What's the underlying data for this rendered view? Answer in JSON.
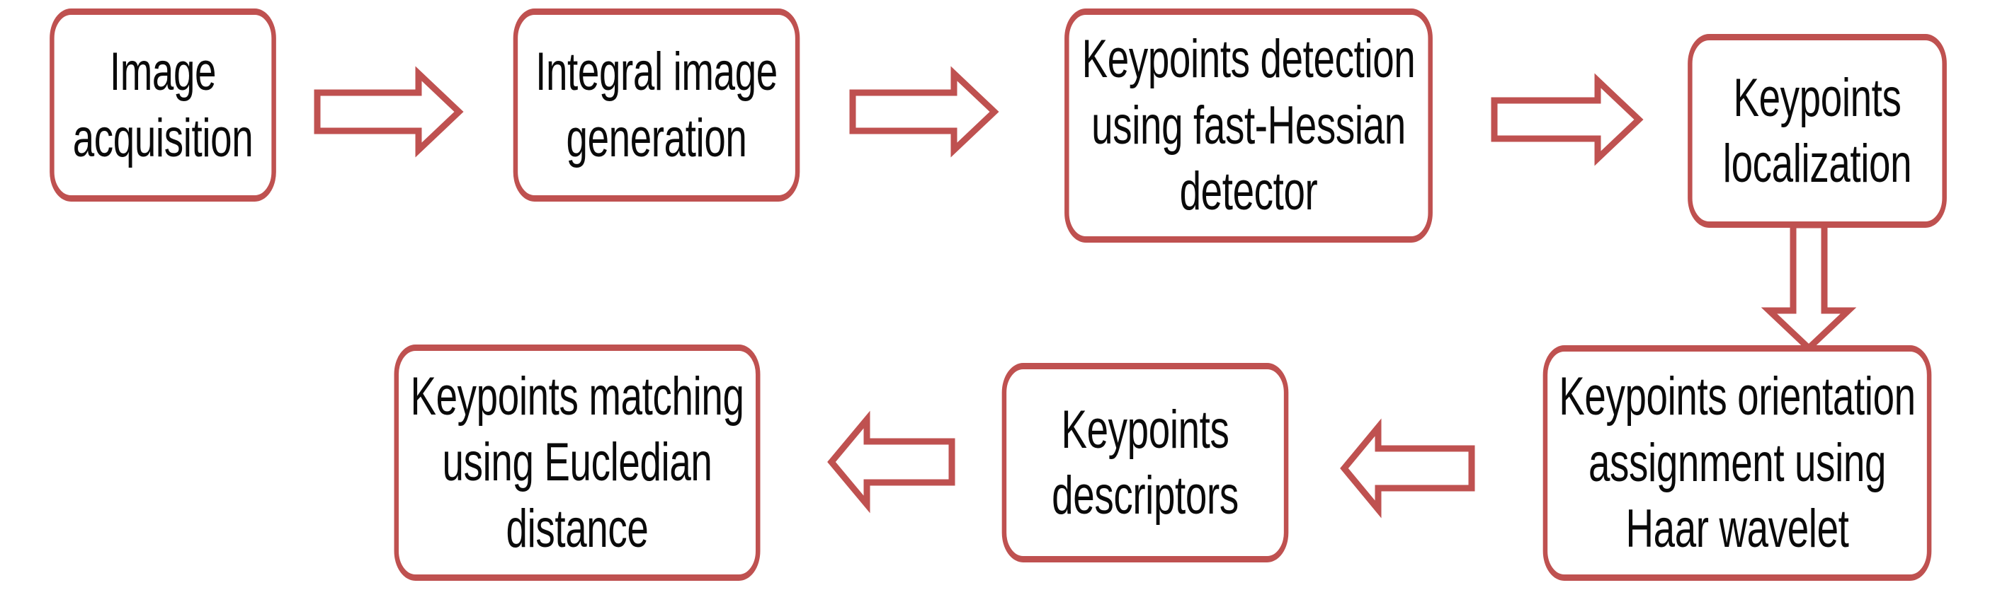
{
  "diagram": {
    "title": "SURF keypoint matching pipeline flowchart",
    "type": "flowchart",
    "colors": {
      "node_border": "#bf5150",
      "node_fill": "#ffffff",
      "arrow_stroke": "#bf5150",
      "arrow_fill": "#ffffff",
      "text": "#0a0a0a",
      "background": "#ffffff"
    },
    "nodes": [
      {
        "id": "n1",
        "label": "Image acquisition",
        "row": "top",
        "order": 1
      },
      {
        "id": "n2",
        "label": "Integral image generation",
        "row": "top",
        "order": 2
      },
      {
        "id": "n3",
        "label": "Keypoints detection using fast-Hessian detector",
        "row": "top",
        "order": 3
      },
      {
        "id": "n4",
        "label": "Keypoints localization",
        "row": "top",
        "order": 4
      },
      {
        "id": "n5",
        "label": "Keypoints orientation assignment using Haar wavelet",
        "row": "bottom",
        "order": 5
      },
      {
        "id": "n6",
        "label": "Keypoints descriptors",
        "row": "bottom",
        "order": 6
      },
      {
        "id": "n7",
        "label": "Keypoints matching using Eucledian distance",
        "row": "bottom",
        "order": 7
      }
    ],
    "edges": [
      {
        "id": "e1",
        "from": "n1",
        "to": "n2",
        "direction": "right"
      },
      {
        "id": "e2",
        "from": "n2",
        "to": "n3",
        "direction": "right"
      },
      {
        "id": "e3",
        "from": "n3",
        "to": "n4",
        "direction": "right"
      },
      {
        "id": "e4",
        "from": "n4",
        "to": "n5",
        "direction": "down"
      },
      {
        "id": "e5",
        "from": "n5",
        "to": "n6",
        "direction": "left"
      },
      {
        "id": "e6",
        "from": "n6",
        "to": "n7",
        "direction": "left"
      }
    ]
  }
}
